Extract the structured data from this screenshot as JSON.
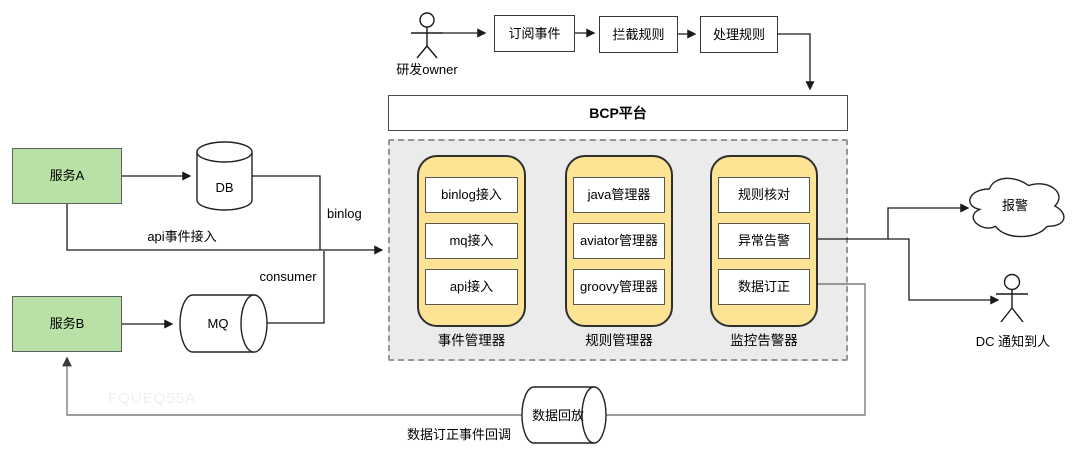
{
  "top_flow": {
    "actor_label": "研发owner",
    "steps": [
      "订阅事件",
      "拦截规则",
      "处理规则"
    ]
  },
  "platform_title": "BCP平台",
  "modules": [
    {
      "label": "事件管理器",
      "items": [
        "binlog接入",
        "mq接入",
        "api接入"
      ]
    },
    {
      "label": "规则管理器",
      "items": [
        "java管理器",
        "aviator管理器",
        "groovy管理器"
      ]
    },
    {
      "label": "监控告警器",
      "items": [
        "规则核对",
        "异常告警",
        "数据订正"
      ]
    }
  ],
  "nodes": {
    "service_a": "服务A",
    "service_b": "服务B",
    "db": "DB",
    "mq": "MQ",
    "replay": "数据回放",
    "alarm_cloud": "报警",
    "dc_actor": "DC 通知到人"
  },
  "edge_labels": {
    "binlog": "binlog",
    "api_access": "api事件接入",
    "consumer": "consumer",
    "correction_callback": "数据订正事件回调"
  },
  "watermark": "FQUEQ55A",
  "colors": {
    "service_fill": "#b9e0a5",
    "module_fill": "#fde495",
    "panel_fill": "#ebebeb",
    "stroke": "#1a1a1a",
    "loop_stroke": "#7d7d7d"
  }
}
